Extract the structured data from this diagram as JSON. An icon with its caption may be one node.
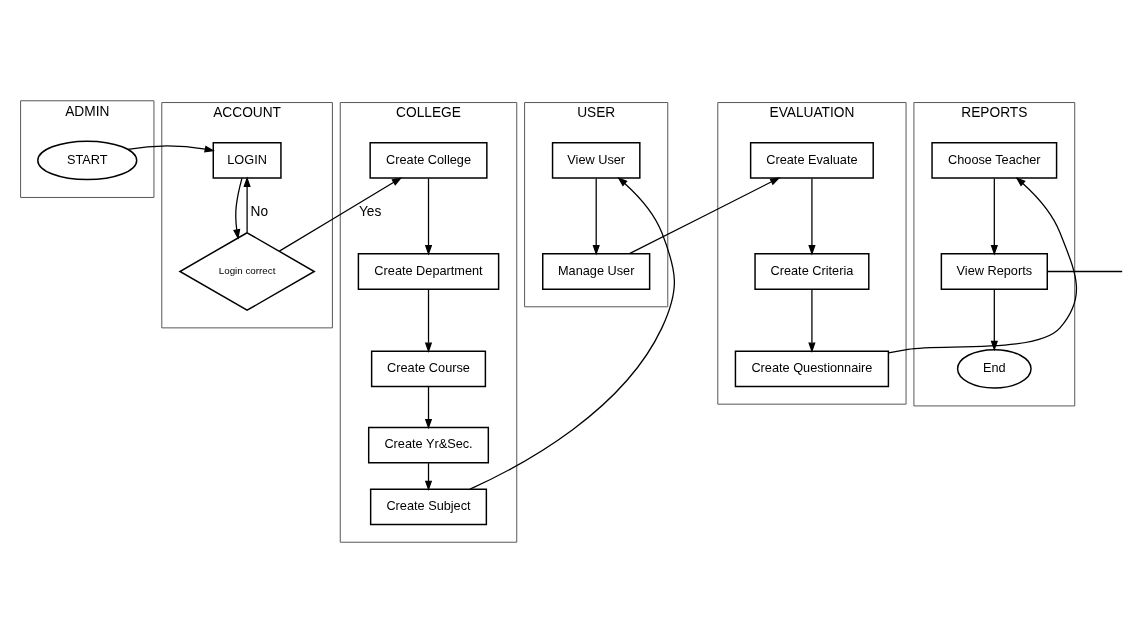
{
  "diagram": {
    "nodes": [
      {
        "text": [
          "ADMIN"
        ]
      },
      {
        "text": [
          "START"
        ],
        "in": 0
      },
      {
        "text": [
          "ACCOUNT"
        ]
      },
      {
        "text": [
          "LOGIN"
        ],
        "in": 2
      },
      {
        "text": [
          "Login correct"
        ],
        "in": 2
      },
      {
        "text": [
          "COLLEGE"
        ]
      },
      {
        "text": [
          "Create College"
        ],
        "in": 5
      },
      {
        "text": [
          "Create Department"
        ],
        "in": 5
      },
      {
        "text": [
          "Create Course"
        ],
        "in": 5
      },
      {
        "text": [
          "Create Yr&Sec."
        ],
        "in": 5
      },
      {
        "text": [
          "Create Subject"
        ],
        "in": 5
      },
      {
        "text": [
          "USER"
        ]
      },
      {
        "text": [
          "View User"
        ],
        "in": 11
      },
      {
        "text": [
          "Manage User"
        ],
        "in": 11
      },
      {
        "text": [
          "EVALUATION"
        ]
      },
      {
        "text": [
          "Create Evaluate"
        ],
        "in": 14
      },
      {
        "text": [
          "Create Criteria"
        ],
        "in": 14
      },
      {
        "text": [
          "Create Questionnaire"
        ],
        "in": 14
      },
      {
        "text": [
          "REPORTS"
        ]
      },
      {
        "text": [
          "Choose Teacher"
        ],
        "in": 18
      },
      {
        "text": [
          "View Reports"
        ],
        "in": 18
      },
      {
        "text": [
          "End"
        ],
        "in": 18
      }
    ],
    "edges": [
      {
        "from": 1,
        "to": 3,
        "arrow": "to"
      },
      {
        "from": 3,
        "to": 4,
        "arrow": "to"
      },
      {
        "from": 4,
        "to": 3,
        "arrow": "to",
        "label": "No"
      },
      {
        "from": 4,
        "to": 6,
        "arrow": "to",
        "label": "Yes"
      },
      {
        "from": 6,
        "to": 7,
        "arrow": "to"
      },
      {
        "from": 7,
        "to": 8,
        "arrow": "to"
      },
      {
        "from": 8,
        "to": 9,
        "arrow": "to"
      },
      {
        "from": 9,
        "to": 10,
        "arrow": "to"
      },
      {
        "from": 10,
        "to": 12,
        "arrow": "to"
      },
      {
        "from": 12,
        "to": 13,
        "arrow": "to"
      },
      {
        "from": 13,
        "to": 15,
        "arrow": "to"
      },
      {
        "from": 15,
        "to": 16,
        "arrow": "to"
      },
      {
        "from": 16,
        "to": 17,
        "arrow": "to"
      },
      {
        "from": 17,
        "to": 19,
        "arrow": "to"
      },
      {
        "from": 19,
        "to": 20,
        "arrow": "to"
      },
      {
        "from": 20,
        "to": 21,
        "arrow": "to"
      },
      {
        "from": 20,
        "to": null,
        "arrow": "none"
      }
    ]
  }
}
